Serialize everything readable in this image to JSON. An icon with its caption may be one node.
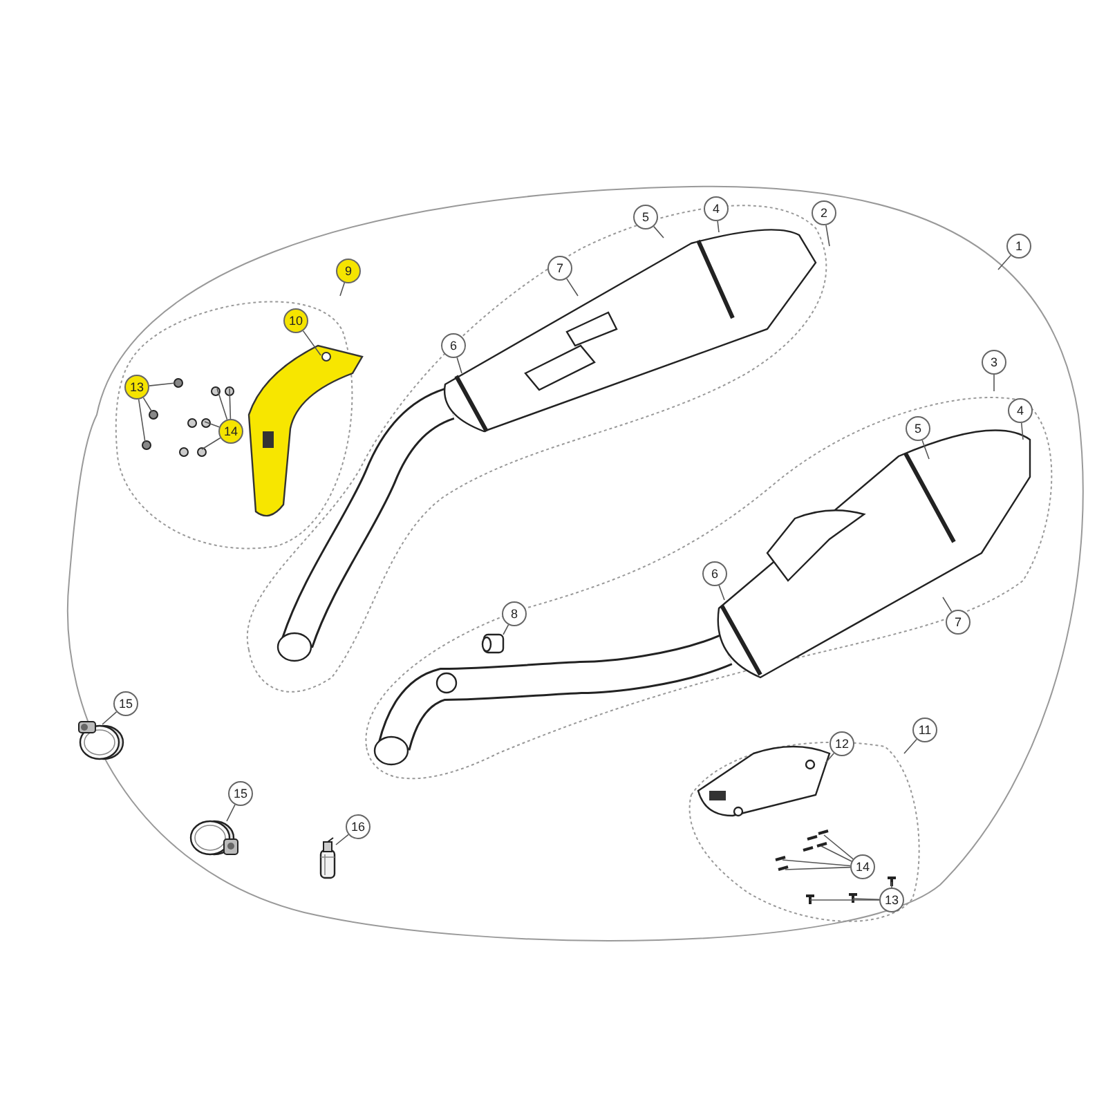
{
  "diagram": {
    "nodes": [
      {
        "text": [
          "4"
        ]
      },
      {
        "text": [
          "5"
        ]
      },
      {
        "text": [
          "2"
        ]
      },
      {
        "text": [
          "1"
        ]
      },
      {
        "text": [
          "7"
        ]
      },
      {
        "text": [
          "9"
        ]
      },
      {
        "text": [
          "10"
        ]
      },
      {
        "text": [
          "6"
        ]
      },
      {
        "text": [
          "3"
        ]
      },
      {
        "text": [
          "13"
        ]
      },
      {
        "text": [
          "4"
        ]
      },
      {
        "text": [
          "5"
        ]
      },
      {
        "text": [
          "14"
        ]
      },
      {
        "text": [
          "6"
        ]
      },
      {
        "text": [
          "8"
        ]
      },
      {
        "text": [
          "7"
        ]
      },
      {
        "text": [
          "15"
        ]
      },
      {
        "text": [
          "11"
        ]
      },
      {
        "text": [
          "12"
        ]
      },
      {
        "text": [
          "15"
        ]
      },
      {
        "text": [
          "16"
        ]
      },
      {
        "text": [
          "14"
        ]
      },
      {
        "text": [
          "13"
        ]
      },
      {
        "text": [],
        "shape": "picture"
      },
      {
        "text": [],
        "shape": "picture"
      },
      {
        "text": [],
        "shape": "picture"
      },
      {
        "text": [],
        "shape": "picture"
      },
      {
        "text": [],
        "shape": "picture"
      },
      {
        "text": [],
        "shape": "picture"
      },
      {
        "text": [],
        "shape": "picture"
      },
      {
        "text": [],
        "shape": "picture"
      },
      {
        "text": [],
        "shape": "picture"
      },
      {
        "text": [],
        "shape": "picture"
      },
      {
        "text": [],
        "shape": "picture"
      },
      {
        "text": [],
        "shape": "picture"
      }
    ],
    "edges": [
      {
        "from": 0,
        "to": 23,
        "arrow": "none"
      },
      {
        "from": 1,
        "to": 23,
        "arrow": "none"
      },
      {
        "from": 2,
        "to": null,
        "arrow": "none"
      },
      {
        "from": 3,
        "to": null,
        "arrow": "none"
      },
      {
        "from": 4,
        "to": 23,
        "arrow": "none"
      },
      {
        "from": 5,
        "to": null,
        "arrow": "none"
      },
      {
        "from": 6,
        "to": 24,
        "arrow": "none"
      },
      {
        "from": 7,
        "to": 23,
        "arrow": "none"
      },
      {
        "from": 8,
        "to": null,
        "arrow": "none"
      },
      {
        "from": 9,
        "to": 25,
        "arrow": "none"
      },
      {
        "from": 9,
        "to": 25,
        "arrow": "none"
      },
      {
        "from": 9,
        "to": 25,
        "arrow": "none"
      },
      {
        "from": 10,
        "to": 27,
        "arrow": "none"
      },
      {
        "from": 11,
        "to": 27,
        "arrow": "none"
      },
      {
        "from": 12,
        "to": 26,
        "arrow": "none"
      },
      {
        "from": 12,
        "to": 26,
        "arrow": "none"
      },
      {
        "from": 12,
        "to": 26,
        "arrow": "none"
      },
      {
        "from": 12,
        "to": 26,
        "arrow": "none"
      },
      {
        "from": 13,
        "to": 27,
        "arrow": "none"
      },
      {
        "from": 14,
        "to": 28,
        "arrow": "none"
      },
      {
        "from": 15,
        "to": 27,
        "arrow": "none"
      },
      {
        "from": 16,
        "to": 29,
        "arrow": "none"
      },
      {
        "from": 17,
        "to": null,
        "arrow": "none"
      },
      {
        "from": 18,
        "to": 30,
        "arrow": "none"
      },
      {
        "from": 19,
        "to": 31,
        "arrow": "none"
      },
      {
        "from": 20,
        "to": 32,
        "arrow": "none"
      },
      {
        "from": 21,
        "to": 33,
        "arrow": "none"
      },
      {
        "from": 21,
        "to": 33,
        "arrow": "none"
      },
      {
        "from": 21,
        "to": 33,
        "arrow": "none"
      },
      {
        "from": 21,
        "to": 33,
        "arrow": "none"
      },
      {
        "from": 22,
        "to": 34,
        "arrow": "none"
      },
      {
        "from": 22,
        "to": 34,
        "arrow": "none"
      },
      {
        "from": 22,
        "to": 34,
        "arrow": "none"
      }
    ]
  }
}
